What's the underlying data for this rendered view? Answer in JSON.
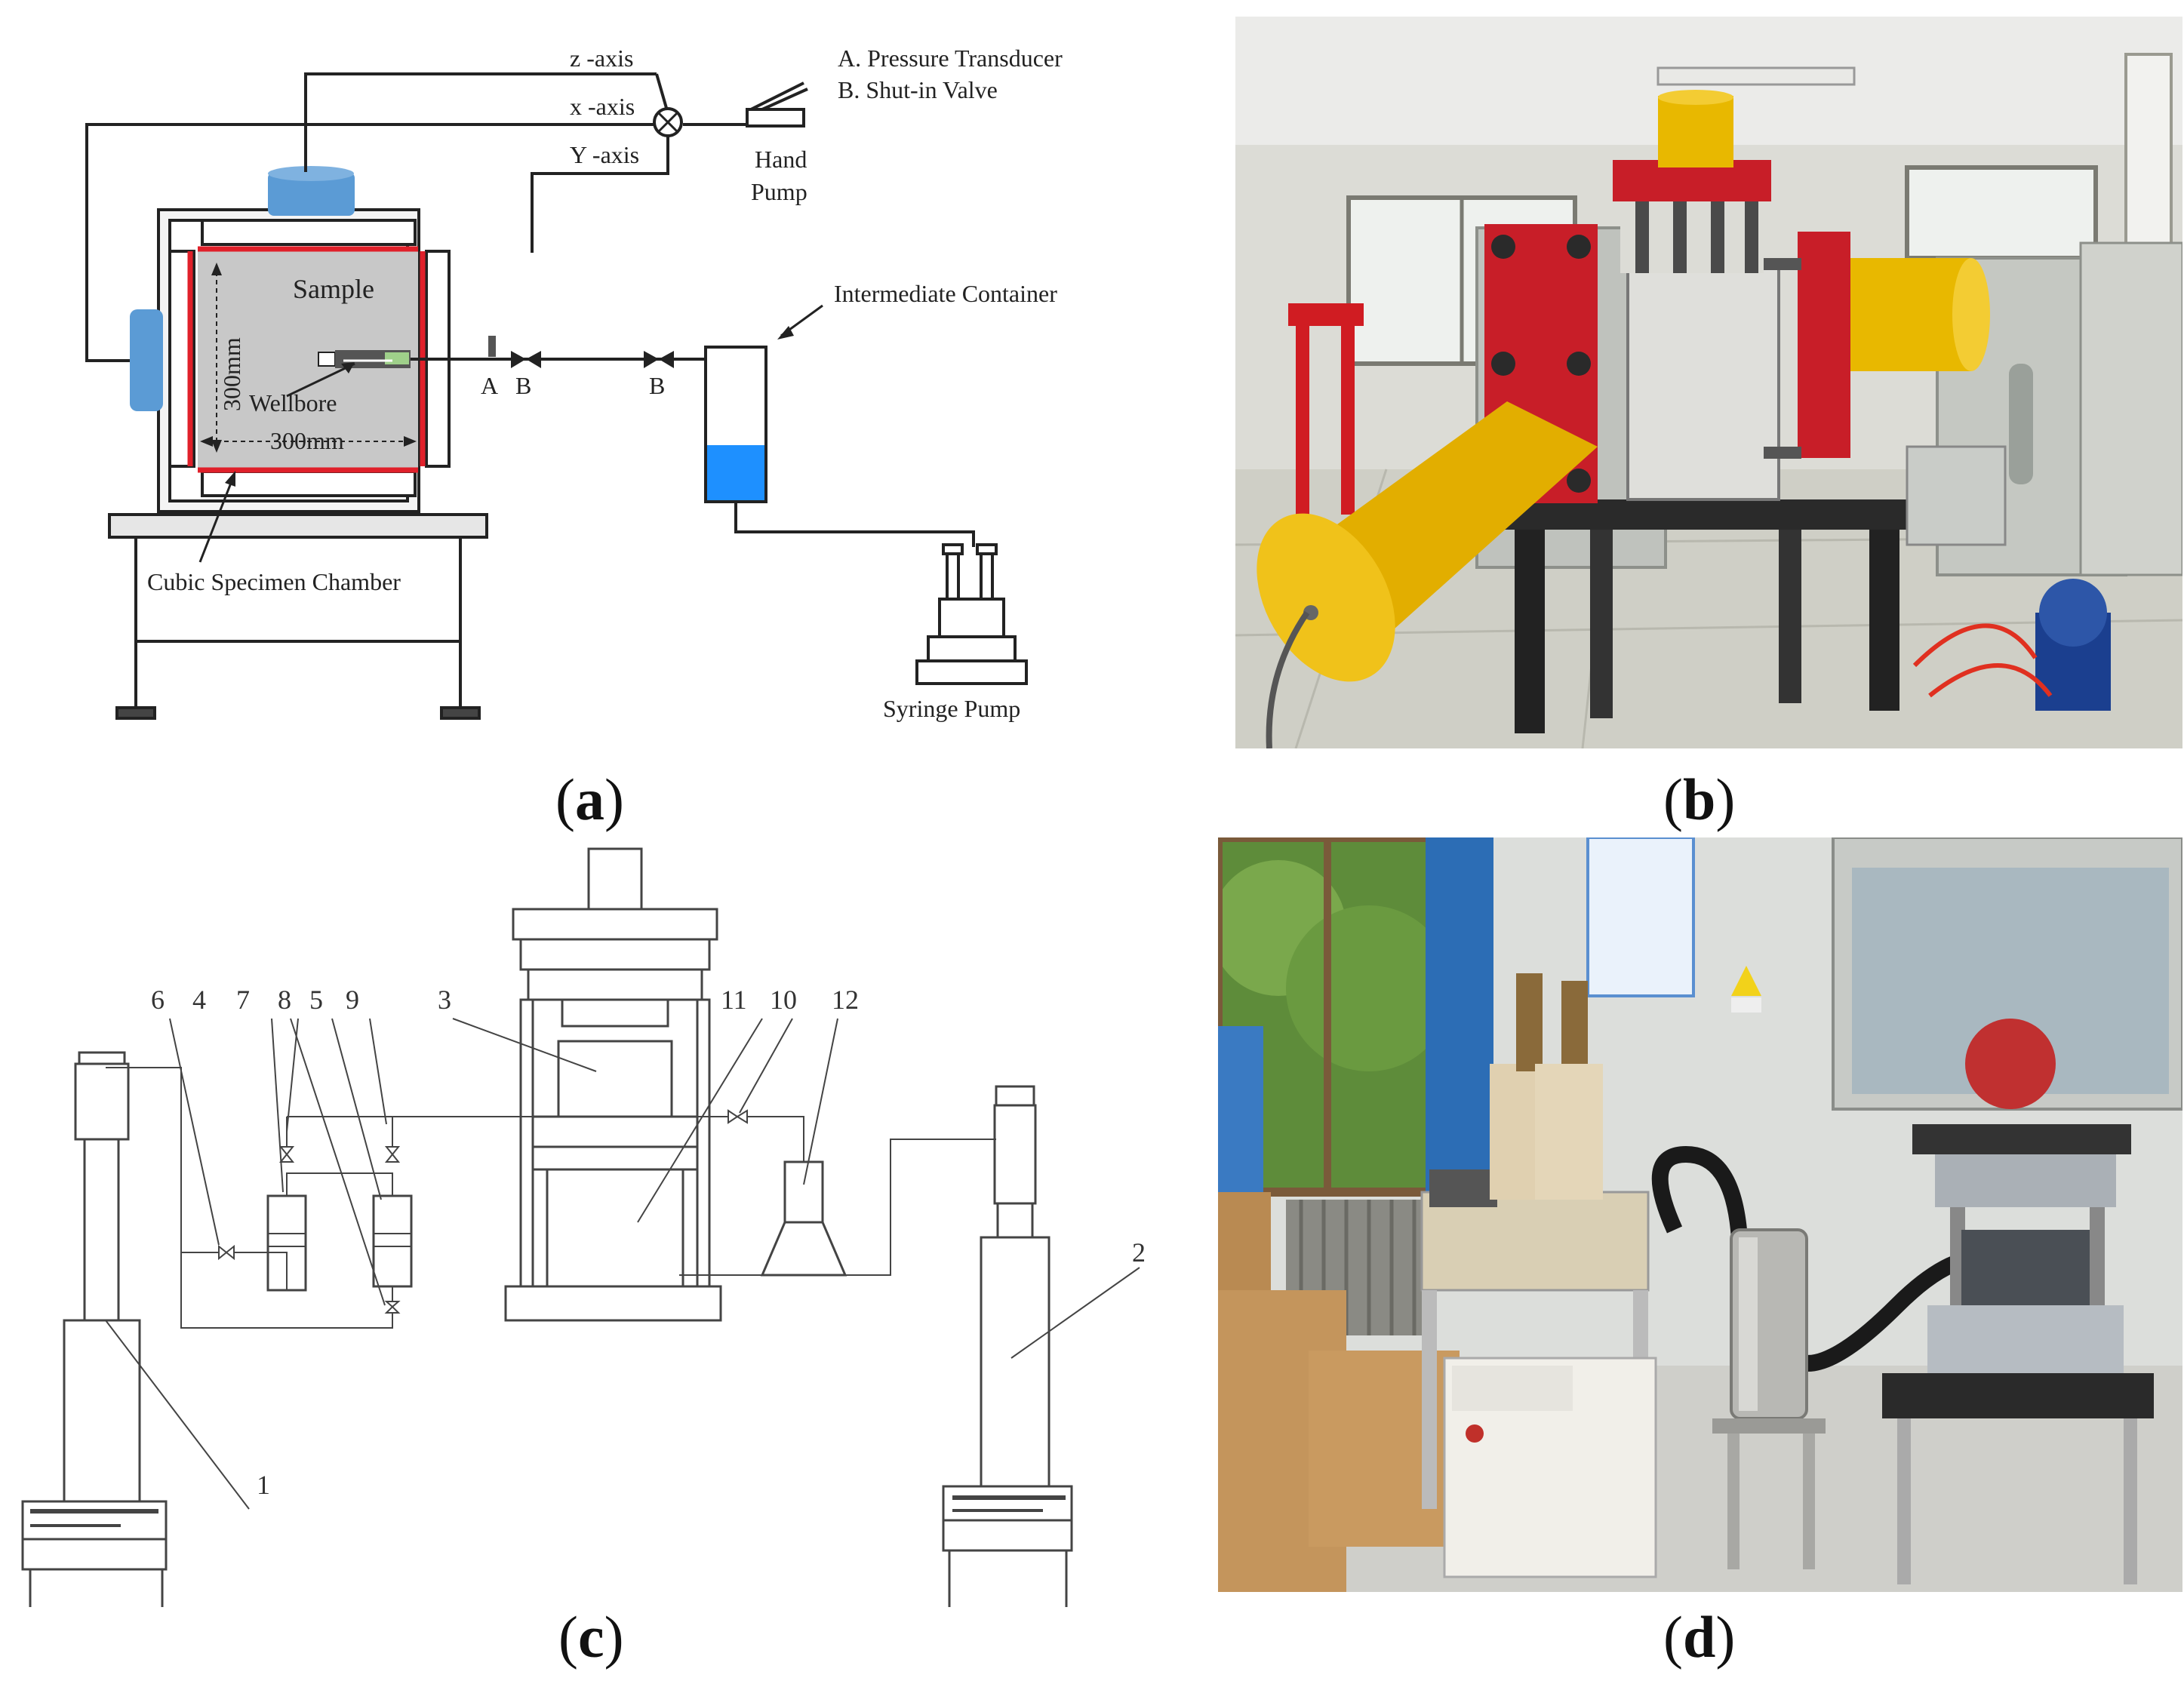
{
  "panel_a": {
    "caption_open": "(",
    "caption_letter": "a",
    "caption_close": ")",
    "axis_z": "z -axis",
    "axis_x": "x -axis",
    "axis_y": "Y -axis",
    "legend_a": "A. Pressure Transducer",
    "legend_b": "B. Shut-in Valve",
    "hand_pump_1": "Hand",
    "hand_pump_2": "Pump",
    "sample": "Sample",
    "dim_vertical": "300mm",
    "dim_horizontal": "300mm",
    "wellbore": "Wellbore",
    "label_a": "A",
    "label_b1": "B",
    "label_b2": "B",
    "intermediate": "Intermediate Container",
    "chamber": "Cubic Specimen Chamber",
    "syringe": "Syringe Pump"
  },
  "panel_b": {
    "caption_open": "(",
    "caption_letter": "b",
    "caption_close": ")"
  },
  "panel_c": {
    "caption_open": "(",
    "caption_letter": "c",
    "caption_close": ")",
    "n6": "6",
    "n4": "4",
    "n7": "7",
    "n8": "8",
    "n5": "5",
    "n9": "9",
    "n3": "3",
    "n11": "11",
    "n10": "10",
    "n12": "12",
    "n2": "2",
    "n1": "1"
  },
  "panel_d": {
    "caption_open": "(",
    "caption_letter": "d",
    "caption_close": ")"
  },
  "colors": {
    "sample_grey": "#c8c8c8",
    "platen_red": "#e0202a",
    "actuator_blue": "#5b9bd5",
    "fluid_blue": "#1e90ff",
    "cylinder_yellow": "#e8b800",
    "frame_red": "#c81e28"
  }
}
